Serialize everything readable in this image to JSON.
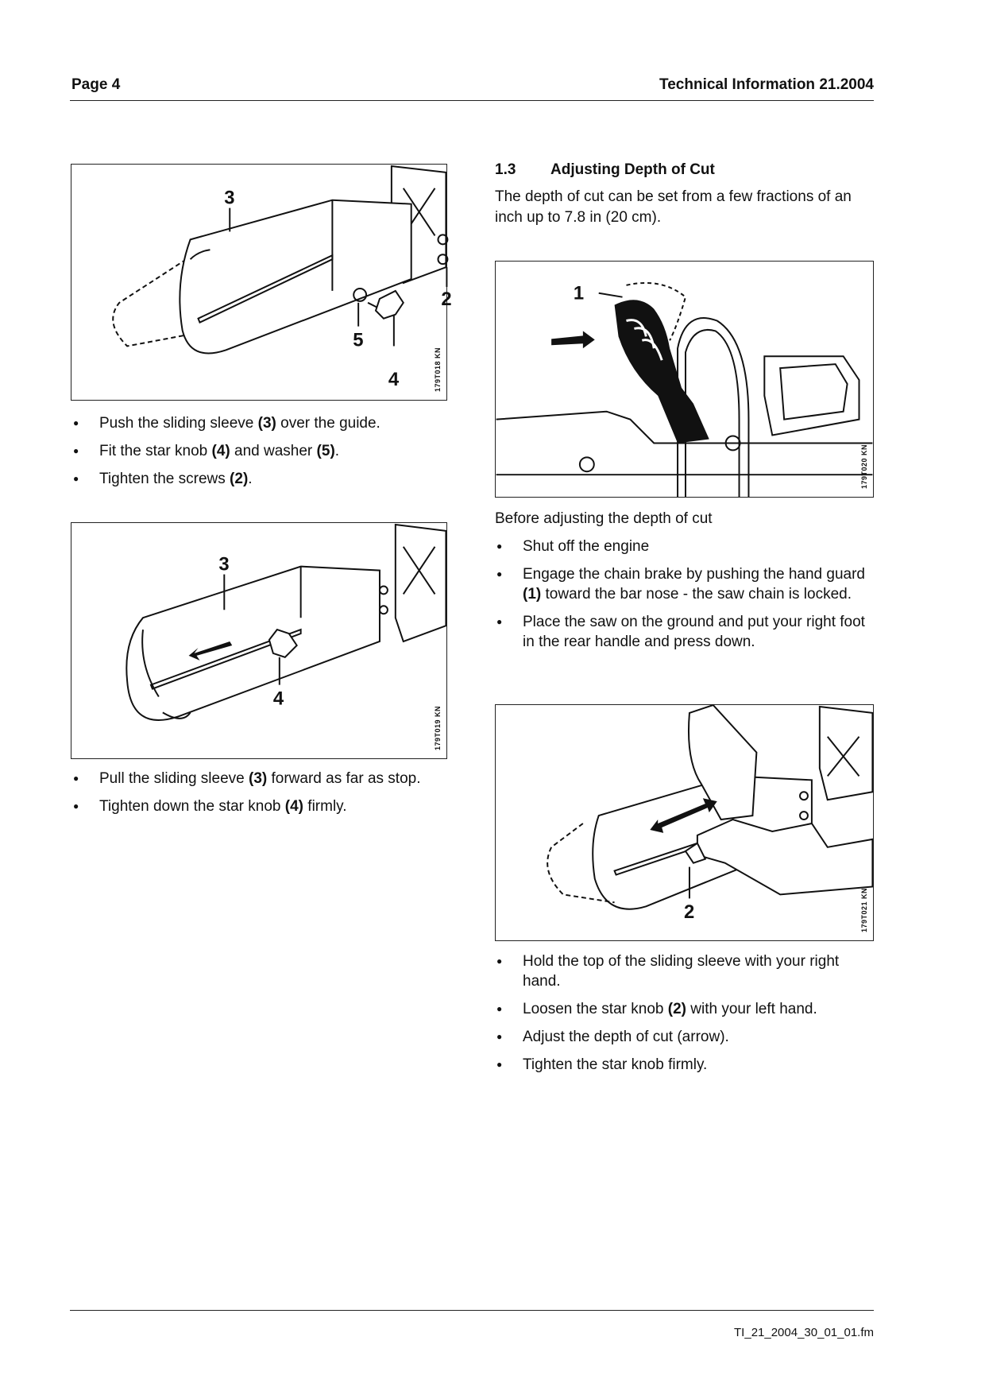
{
  "header": {
    "page": "Page 4",
    "title": "Technical Information  21.2004"
  },
  "left": {
    "figure1": {
      "code": "179T018 KN",
      "labels": [
        "3",
        "2",
        "5",
        "4"
      ],
      "bullets": [
        [
          "Push the sliding sleeve ",
          "(3)",
          " over the guide."
        ],
        [
          "Fit the star knob ",
          "(4)",
          " and washer ",
          "(5)",
          "."
        ],
        [
          "Tighten the screws ",
          "(2)",
          "."
        ]
      ]
    },
    "figure2": {
      "code": "179T019 KN",
      "labels": [
        "3",
        "4"
      ],
      "bullets": [
        [
          "Pull the sliding sleeve ",
          "(3)",
          " forward as far as stop."
        ],
        [
          "Tighten down the star knob ",
          "(4)",
          " firmly."
        ]
      ]
    }
  },
  "right": {
    "section_number": "1.3",
    "section_title": "Adjusting Depth of Cut",
    "intro": "The depth of cut can be set from a few fractions of an inch up to 7.8 in (20 cm).",
    "figure3": {
      "code": "179T020 KN",
      "labels": [
        "1"
      ]
    },
    "before": "Before adjusting the depth of cut",
    "bullets1": [
      [
        "Shut off the engine"
      ],
      [
        "Engage the chain brake by pushing the hand guard ",
        "(1)",
        " toward the bar nose - the saw chain is locked."
      ],
      [
        "Place the saw on the ground and put your right foot in the rear handle and press down."
      ]
    ],
    "figure4": {
      "code": "179T021 KN",
      "labels": [
        "2"
      ]
    },
    "bullets2": [
      [
        "Hold the top of the sliding sleeve with your right hand."
      ],
      [
        "Loosen the star knob ",
        "(2)",
        " with your left hand."
      ],
      [
        "Adjust the depth of cut (arrow)."
      ],
      [
        "Tighten the star knob firmly."
      ]
    ]
  },
  "footer": {
    "filename": "TI_21_2004_30_01_01.fm"
  }
}
